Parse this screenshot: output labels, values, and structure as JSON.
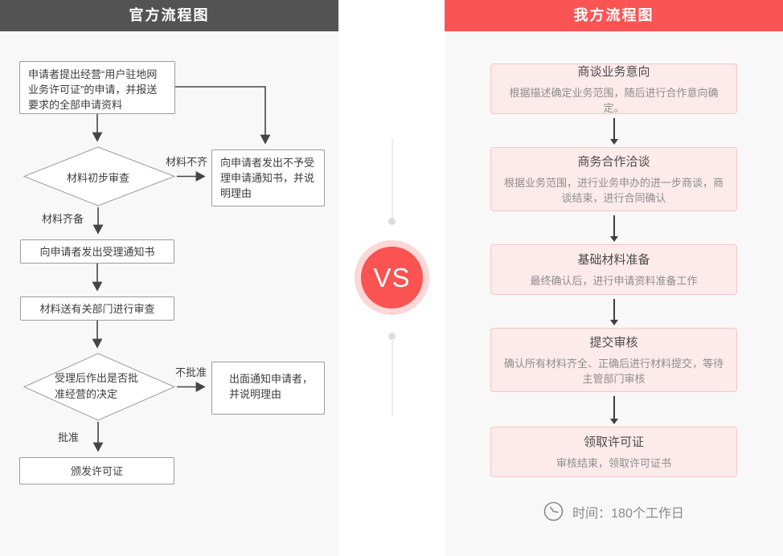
{
  "left_panel": {
    "title": "官方流程图",
    "nodes": {
      "start": "申请者提出经营“用户驻地网业务许可证”的申请，并报送要求的全部申请资料",
      "review1": "材料初步审查",
      "reject_notice": "向申请者发出不予受理申请通知书，并说明理由",
      "accept_notice": "向申请者发出受理通知书",
      "dept_review": "材料送有关部门进行审查",
      "decision": "受理后作出是否批准经营的决定",
      "refuse_notice": "出面通知申请者，并说明理由",
      "issue_license": "颁发许可证"
    },
    "edge_labels": {
      "incomplete": "材料不齐",
      "complete": "材料齐备",
      "not_approved": "不批准",
      "approved": "批准"
    }
  },
  "vs": {
    "label": "VS"
  },
  "right_panel": {
    "title": "我方流程图",
    "steps": [
      {
        "title": "商谈业务意向",
        "desc": "根据描述确定业务范围，随后进行合作意向确定。"
      },
      {
        "title": "商务合作洽谈",
        "desc": "根据业务范围，进行业务申办的进一步商谈，商谈结束，进行合同确认"
      },
      {
        "title": "基础材料准备",
        "desc": "最终确认后，进行申请资料准备工作"
      },
      {
        "title": "提交审核",
        "desc": "确认所有材料齐全、正确后进行材料提交，等待主管部门审核"
      },
      {
        "title": "领取许可证",
        "desc": "审核结束，领取许可证书"
      }
    ],
    "footer": {
      "time_label": "时间：180个工作日"
    }
  },
  "colors": {
    "official_header_bg": "#535353",
    "ours_header_bg": "#fb5454",
    "accent_red": "#fb5252",
    "vs_ring": "#fcd7d7",
    "pink_box_bg": "#fdeaea",
    "pink_box_border": "#f6c6c6",
    "panel_bg": "#f8f8f8"
  }
}
